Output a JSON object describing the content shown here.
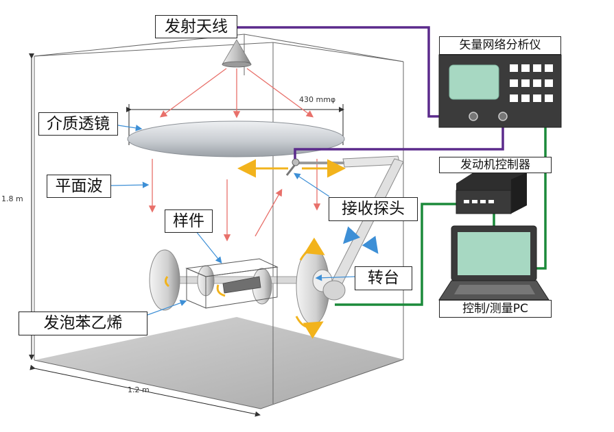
{
  "labels": {
    "antenna": "发射天线",
    "lens": "介质透镜",
    "plane_wave": "平面波",
    "sample": "样件",
    "foam": "发泡苯乙烯",
    "probe": "接收探头",
    "turntable": "转台",
    "vna": "矢量网络分析仪",
    "motor_controller": "发动机控制器",
    "pc": "控制/测量PC"
  },
  "dimensions": {
    "lens_diameter": "430 mmφ",
    "height": "1.8 m",
    "width": "1.2 m"
  },
  "colors": {
    "vna_cable": "#5b2a8c",
    "control_cable": "#1b8a3a",
    "wave_arrows": "#e8706a",
    "motion_arrows": "#f2b31c",
    "scan_arrows": "#5aa9e6"
  },
  "icons": {
    "antenna": "horn-antenna-icon",
    "vna": "vector-network-analyzer-icon",
    "controller": "motor-controller-icon",
    "pc": "laptop-icon"
  }
}
